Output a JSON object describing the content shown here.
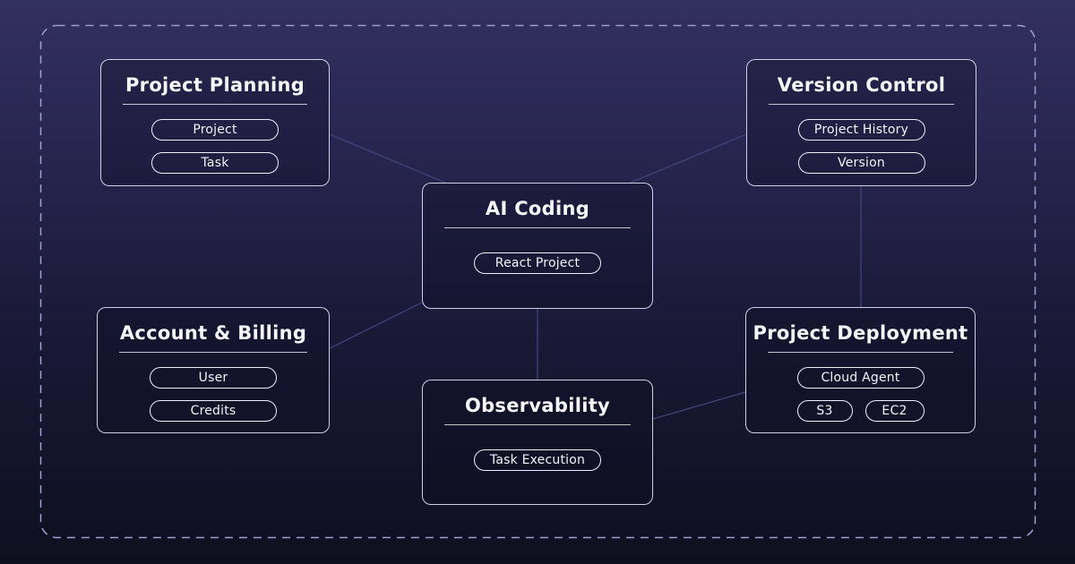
{
  "canvas": {
    "bg_top_color": "#33305e",
    "bg_bottom_color": "#0f0f1f",
    "frame_border_color": "#9aa0d4",
    "node_border_color": "#dee2f6",
    "edge_color": "#45457e",
    "text_color": "#f5f5fb"
  },
  "diagram": {
    "nodes": [
      {
        "id": "project-planning",
        "title": "Project Planning",
        "pill_rows": [
          [
            "Project"
          ],
          [
            "Task"
          ]
        ]
      },
      {
        "id": "version-control",
        "title": "Version Control",
        "pill_rows": [
          [
            "Project History"
          ],
          [
            "Version"
          ]
        ]
      },
      {
        "id": "ai-coding",
        "title": "AI Coding",
        "pill_rows": [
          [
            "React Project"
          ]
        ]
      },
      {
        "id": "account-billing",
        "title": "Account & Billing",
        "pill_rows": [
          [
            "User"
          ],
          [
            "Credits"
          ]
        ]
      },
      {
        "id": "project-deployment",
        "title": "Project Deployment",
        "pill_rows": [
          [
            "Cloud Agent"
          ],
          [
            "S3",
            "EC2"
          ]
        ]
      },
      {
        "id": "observability",
        "title": "Observability",
        "pill_rows": [
          [
            "Task Execution"
          ]
        ]
      }
    ],
    "edges": [
      {
        "from": "project-planning",
        "to": "ai-coding"
      },
      {
        "from": "version-control",
        "to": "ai-coding"
      },
      {
        "from": "account-billing",
        "to": "ai-coding"
      },
      {
        "from": "ai-coding",
        "to": "observability"
      },
      {
        "from": "observability",
        "to": "project-deployment"
      },
      {
        "from": "version-control",
        "to": "project-deployment"
      }
    ]
  }
}
